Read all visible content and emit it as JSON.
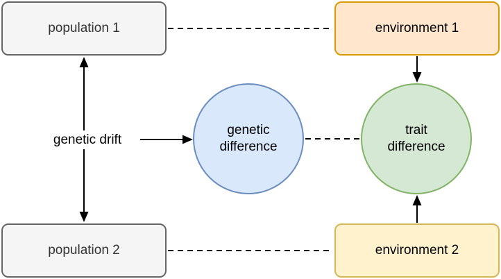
{
  "diagram": {
    "background": "#ffffff",
    "nodes": {
      "population1": {
        "label": "population 1",
        "shape": "rounded-rect",
        "fill": "#f5f5f5",
        "border": "#666666",
        "text_color": "#333333"
      },
      "environment1": {
        "label": "environment 1",
        "shape": "rounded-rect",
        "fill": "#ffe6cc",
        "border": "#d79b00",
        "text_color": "#000000"
      },
      "population2": {
        "label": "population 2",
        "shape": "rounded-rect",
        "fill": "#f5f5f5",
        "border": "#666666",
        "text_color": "#333333"
      },
      "environment2": {
        "label": "environment 2",
        "shape": "rounded-rect",
        "fill": "#fff2cc",
        "border": "#d6b656",
        "text_color": "#000000"
      },
      "genetic_difference": {
        "label": "genetic difference",
        "shape": "circle",
        "fill": "#dae8fc",
        "border": "#6c8ebf",
        "text_color": "#000000"
      },
      "trait_difference": {
        "label": "trait difference",
        "shape": "circle",
        "fill": "#d5e8d4",
        "border": "#82b366",
        "text_color": "#000000"
      },
      "genetic_drift": {
        "label": "genetic drift",
        "shape": "text",
        "fill": "#ffffff",
        "text_color": "#000000"
      }
    },
    "edges": [
      {
        "from": "population1",
        "to": "environment1",
        "style": "dashed",
        "arrows": "none"
      },
      {
        "from": "population2",
        "to": "environment2",
        "style": "dashed",
        "arrows": "none"
      },
      {
        "from": "genetic_difference",
        "to": "trait_difference",
        "style": "dashed",
        "arrows": "none"
      },
      {
        "from": "population1",
        "to": "population2",
        "style": "solid",
        "arrows": "both"
      },
      {
        "from": "genetic_drift",
        "to": "genetic_difference",
        "style": "solid",
        "arrows": "end"
      },
      {
        "from": "environment1",
        "to": "trait_difference",
        "style": "solid",
        "arrows": "end"
      },
      {
        "from": "environment2",
        "to": "trait_difference",
        "style": "solid",
        "arrows": "end"
      }
    ],
    "edge_color": "#000000"
  }
}
